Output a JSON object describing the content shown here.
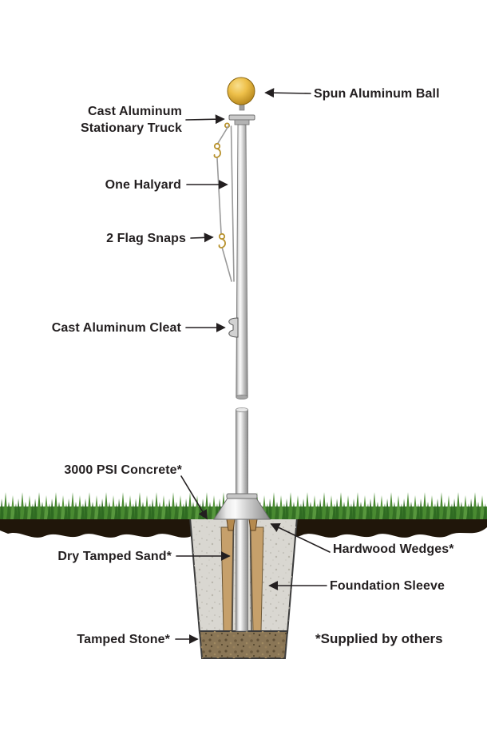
{
  "callouts": {
    "ball": "Spun Aluminum Ball",
    "truck_line1": "Cast Aluminum",
    "truck_line2": "Stationary Truck",
    "halyard": "One Halyard",
    "snaps": "2 Flag Snaps",
    "cleat": "Cast Aluminum Cleat",
    "concrete": "3000 PSI Concrete*",
    "sand": "Dry Tamped Sand*",
    "wedges": "Hardwood  Wedges*",
    "sleeve": "Foundation Sleeve",
    "stone": "Tamped Stone*"
  },
  "footnote": "*Supplied by others",
  "colors": {
    "ink": "#231F20",
    "ball_gold": "#E9B93E",
    "pole_gray": "#C9C9C9",
    "grass_green": "#3F7D2C",
    "soil_brown": "#20160A",
    "concrete_gray": "#D9D7D1",
    "sand_tan": "#C6A06B",
    "stone_brown": "#8A7656",
    "hardware_gold": "#B8922E"
  }
}
